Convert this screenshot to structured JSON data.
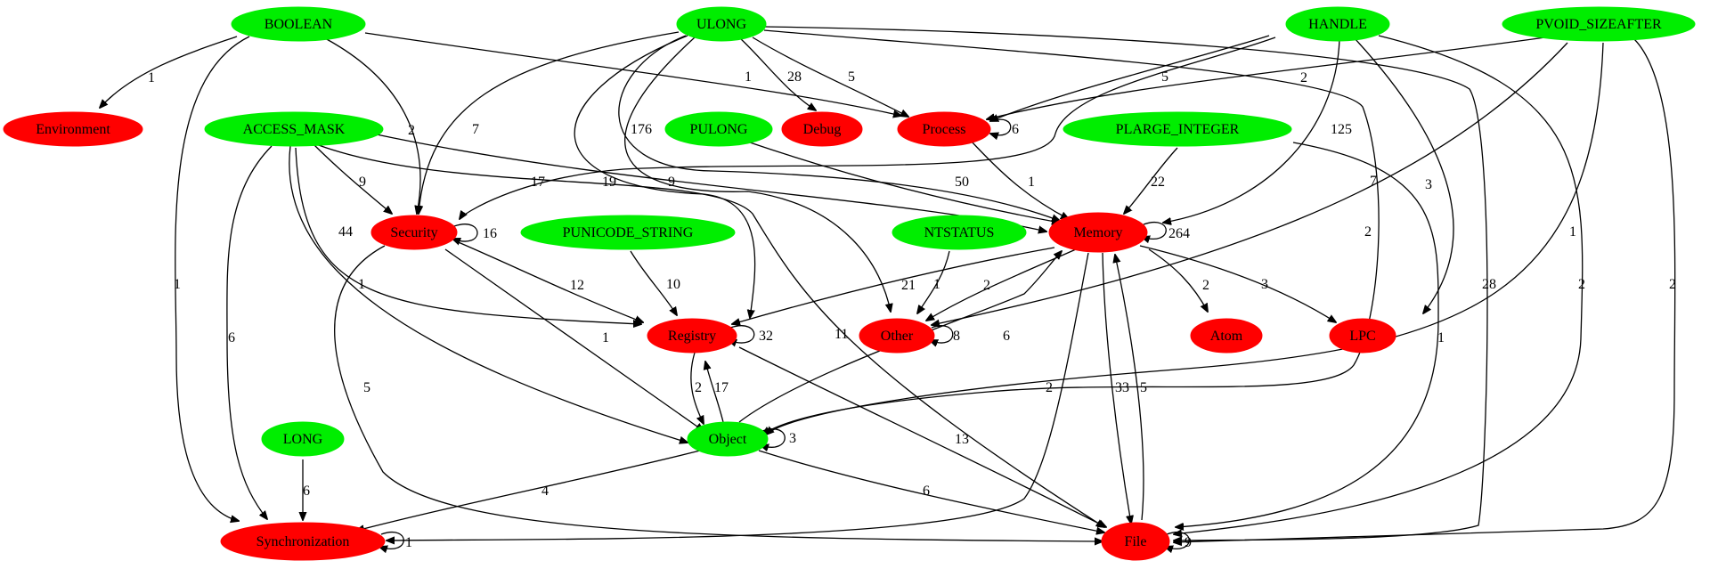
{
  "colors": {
    "type_node": "#00ee00",
    "category_node": "#ff0000",
    "edge": "#000000"
  },
  "nodes": {
    "BOOLEAN": "BOOLEAN",
    "ULONG": "ULONG",
    "HANDLE": "HANDLE",
    "PVOID_SIZEAFTER": "PVOID_SIZEAFTER",
    "Environment": "Environment",
    "ACCESS_MASK": "ACCESS_MASK",
    "PULONG": "PULONG",
    "Debug": "Debug",
    "Process": "Process",
    "PLARGE_INTEGER": "PLARGE_INTEGER",
    "Security": "Security",
    "PUNICODE_STRING": "PUNICODE_STRING",
    "NTSTATUS": "NTSTATUS",
    "Memory": "Memory",
    "Registry": "Registry",
    "Other": "Other",
    "Atom": "Atom",
    "LPC": "LPC",
    "LONG": "LONG",
    "Object": "Object",
    "Synchronization": "Synchronization",
    "File": "File"
  },
  "edge_labels": {
    "boolean_environment": "1",
    "boolean_process": "1",
    "boolean_security": "2",
    "boolean_synchronization": "1",
    "ulong_debug": "28",
    "ulong_process": "5",
    "ulong_security": "7",
    "ulong_memory": "176",
    "ulong_registry": "19",
    "ulong_other": "9",
    "ulong_object": "2",
    "ulong_file": "28",
    "handle_process": "5",
    "handle_security": "5",
    "handle_memory": "125",
    "handle_lpc": "3",
    "handle_file": "2",
    "pvoid_process": "2",
    "pvoid_other": "7",
    "pvoid_object": "1",
    "pvoid_file": "2",
    "process_self": "6",
    "process_memory": "1",
    "access_security": "9",
    "access_memory": "17",
    "access_registry": "44",
    "access_object": "1",
    "access_synchronization": "6",
    "access_file": "11",
    "pulong_memory": "50",
    "plarge_memory": "22",
    "plarge_file": "1",
    "security_self": "16",
    "security_registry": "12",
    "security_object": "1",
    "security_file": "5",
    "punicode_registry": "10",
    "ntstatus_other": "1",
    "memory_self": "264",
    "memory_registry": "21",
    "memory_other": "2",
    "memory_atom": "2",
    "memory_lpc": "3",
    "memory_file": "33",
    "memory_synchronization": "2",
    "registry_self": "32",
    "registry_object": "2",
    "registry_file": "13",
    "other_self": "8",
    "object_registry": "17",
    "object_memory": "6",
    "object_self": "3",
    "object_synchronization": "4",
    "object_file": "6",
    "long_synchronization": "6",
    "synchronization_self": "1",
    "file_memory": "5",
    "file_self": "9"
  }
}
